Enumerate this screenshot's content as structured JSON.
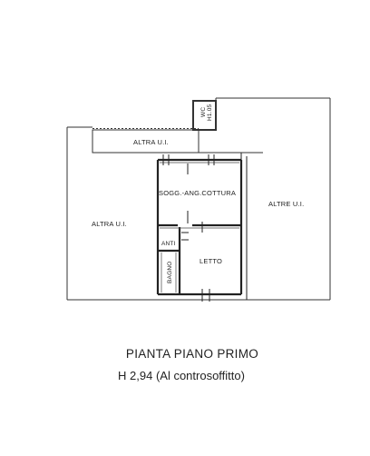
{
  "plan": {
    "rooms": {
      "altra_ui_top": "ALTRA U.I.",
      "altra_ui_left": "ALTRA U.I.",
      "altre_ui_right": "ALTRE U.I.",
      "soggiorno": "SOGG.-ANG.COTTURA",
      "anti": "ANTI",
      "bagno": "BAGNO",
      "letto": "LETTO",
      "wc": "WC",
      "wc_height": "H1.05"
    }
  },
  "caption": {
    "title": "PIANTA PIANO PRIMO",
    "height_note": "H 2,94 (Al controsoffitto)"
  }
}
